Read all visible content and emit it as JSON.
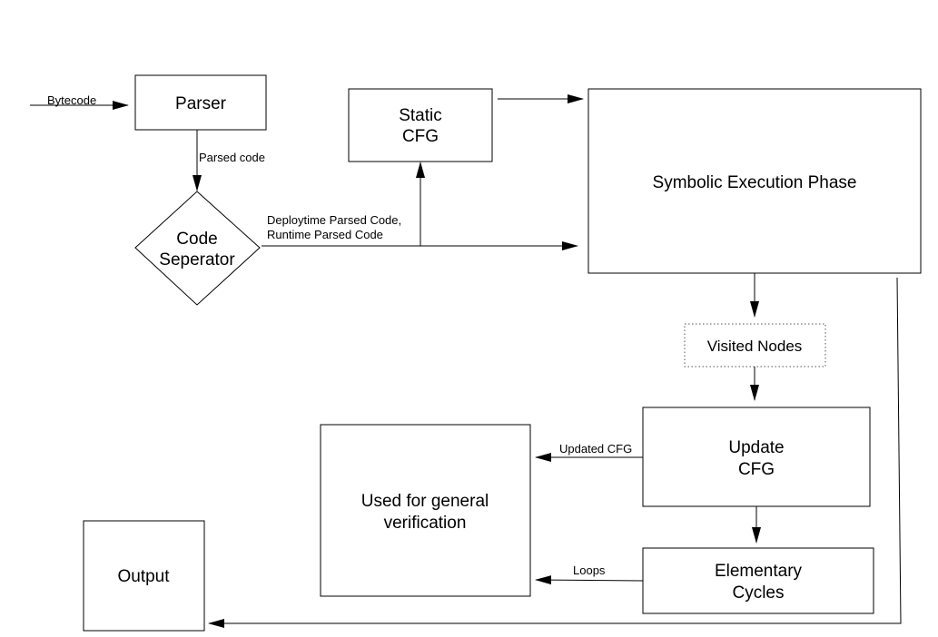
{
  "nodes": {
    "parser": "Parser",
    "static_cfg": [
      "Static",
      "CFG"
    ],
    "code_separator": [
      "Code",
      "Seperator"
    ],
    "symbolic_execution": "Symbolic Execution Phase",
    "visited_nodes": "Visited Nodes",
    "update_cfg": [
      "Update",
      "CFG"
    ],
    "general_verification": [
      "Used for general",
      "verification"
    ],
    "elementary_cycles": [
      "Elementary",
      "Cycles"
    ],
    "output": "Output"
  },
  "edge_labels": {
    "bytecode": "Bytecode",
    "parsed_code": "Parsed code",
    "deploy_runtime": [
      "Deploytime Parsed Code,",
      "Runtime Parsed Code"
    ],
    "updated_cfg": "Updated CFG",
    "loops": "Loops"
  }
}
